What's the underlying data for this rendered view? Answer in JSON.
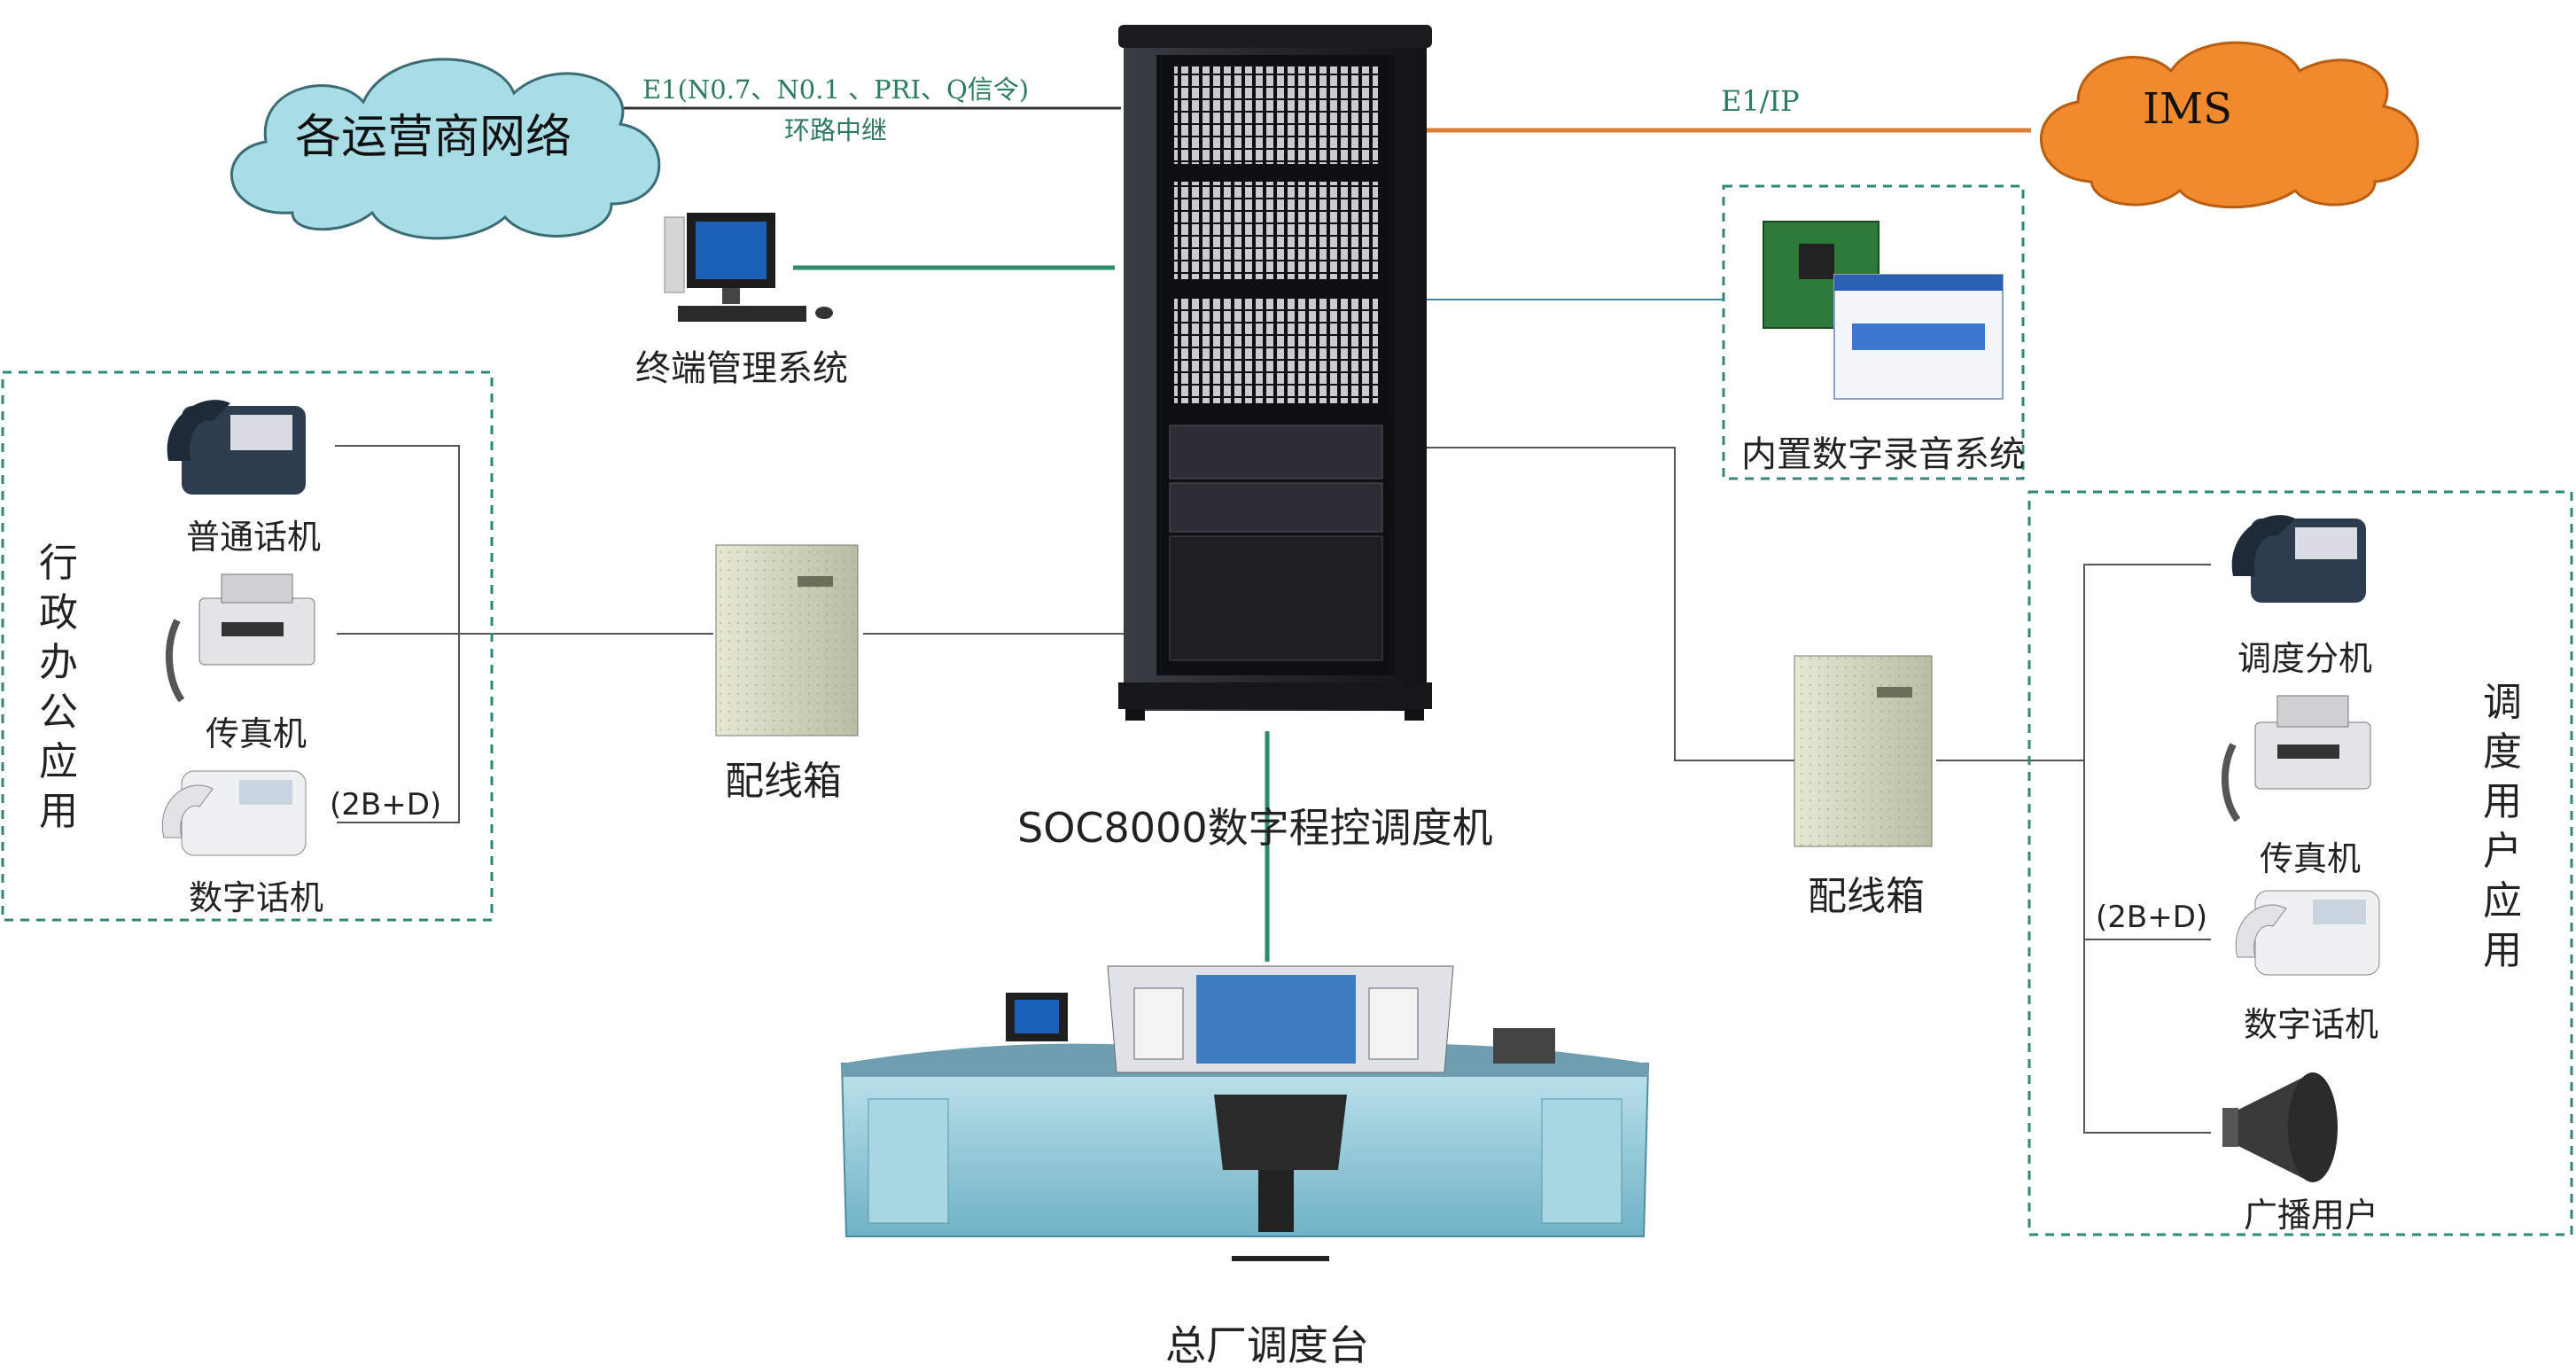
{
  "carrier_network": "各运营商网络",
  "trunk_line_top": "E1(N0.7、N0.1 、PRI、Q信令)",
  "trunk_line_bottom": "环路中继",
  "ims_cloud": "IMS",
  "ims_link": "E1/IP",
  "terminal_mgmt": "终端管理系统",
  "recording_system": "内置数字录音系统",
  "switch_name": "SOC8000数字程控调度机",
  "left_group": {
    "title": "行政办公应用",
    "phone": "普通话机",
    "fax": "传真机",
    "digital_phone": "数字话机",
    "link_note": "(2B+D)"
  },
  "left_cabinet": "配线箱",
  "right_cabinet": "配线箱",
  "right_group": {
    "title": "调度用户应用",
    "dispatch_ext": "调度分机",
    "fax": "传真机",
    "digital_phone": "数字话机",
    "broadcast": "广播用户",
    "link_note": "(2B+D)"
  },
  "console": "总厂调度台",
  "colors": {
    "cloud_blue": "#a9dde6",
    "cloud_orange": "#f08a2c",
    "ims_line": "#d98032",
    "green_line": "#2e8a6a",
    "dash_box": "#2e8a78",
    "rack": "#24272c",
    "cabinet": "#d8dbc2",
    "desk": "#8ec9d9"
  },
  "icons": [
    "cloud-icon",
    "computer-icon",
    "server-rack-icon",
    "recording-card-icon",
    "desk-phone-icon",
    "fax-machine-icon",
    "digital-phone-icon",
    "distribution-cabinet-icon",
    "loudspeaker-icon",
    "dispatch-console-icon"
  ]
}
